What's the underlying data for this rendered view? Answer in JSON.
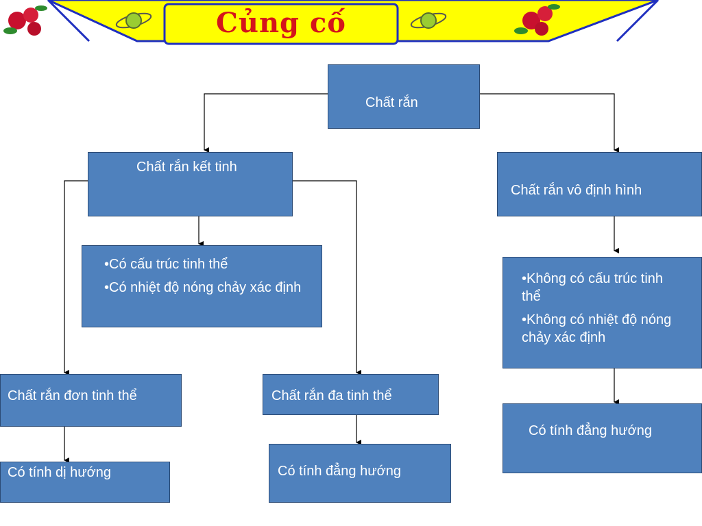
{
  "title": "Củng cố",
  "colors": {
    "box_fill": "#4f81bd",
    "title_red": "#d4141b",
    "banner_yellow": "#ffff00",
    "banner_blue": "#1f2fbf"
  },
  "nodes": {
    "root": "Chất rắn",
    "crystal": "Chất rắn kết tinh",
    "amorphous": "Chất rắn vô định hình",
    "crystal_props": [
      "•Có cấu trúc tinh thể",
      "•Có nhiệt độ nóng chảy xác định"
    ],
    "amorphous_props": [
      "•Không có cấu trúc tinh thể",
      "•Không có nhiệt độ nóng chảy xác định"
    ],
    "single_crystal": "Chất rắn đơn tinh thể",
    "poly_crystal": "Chất rắn đa tinh thể",
    "anisotropic": "Có tính dị hướng",
    "isotropic_poly": "Có tính đẳng hướng",
    "isotropic_amorphous": "Có tính đẳng hướng"
  }
}
